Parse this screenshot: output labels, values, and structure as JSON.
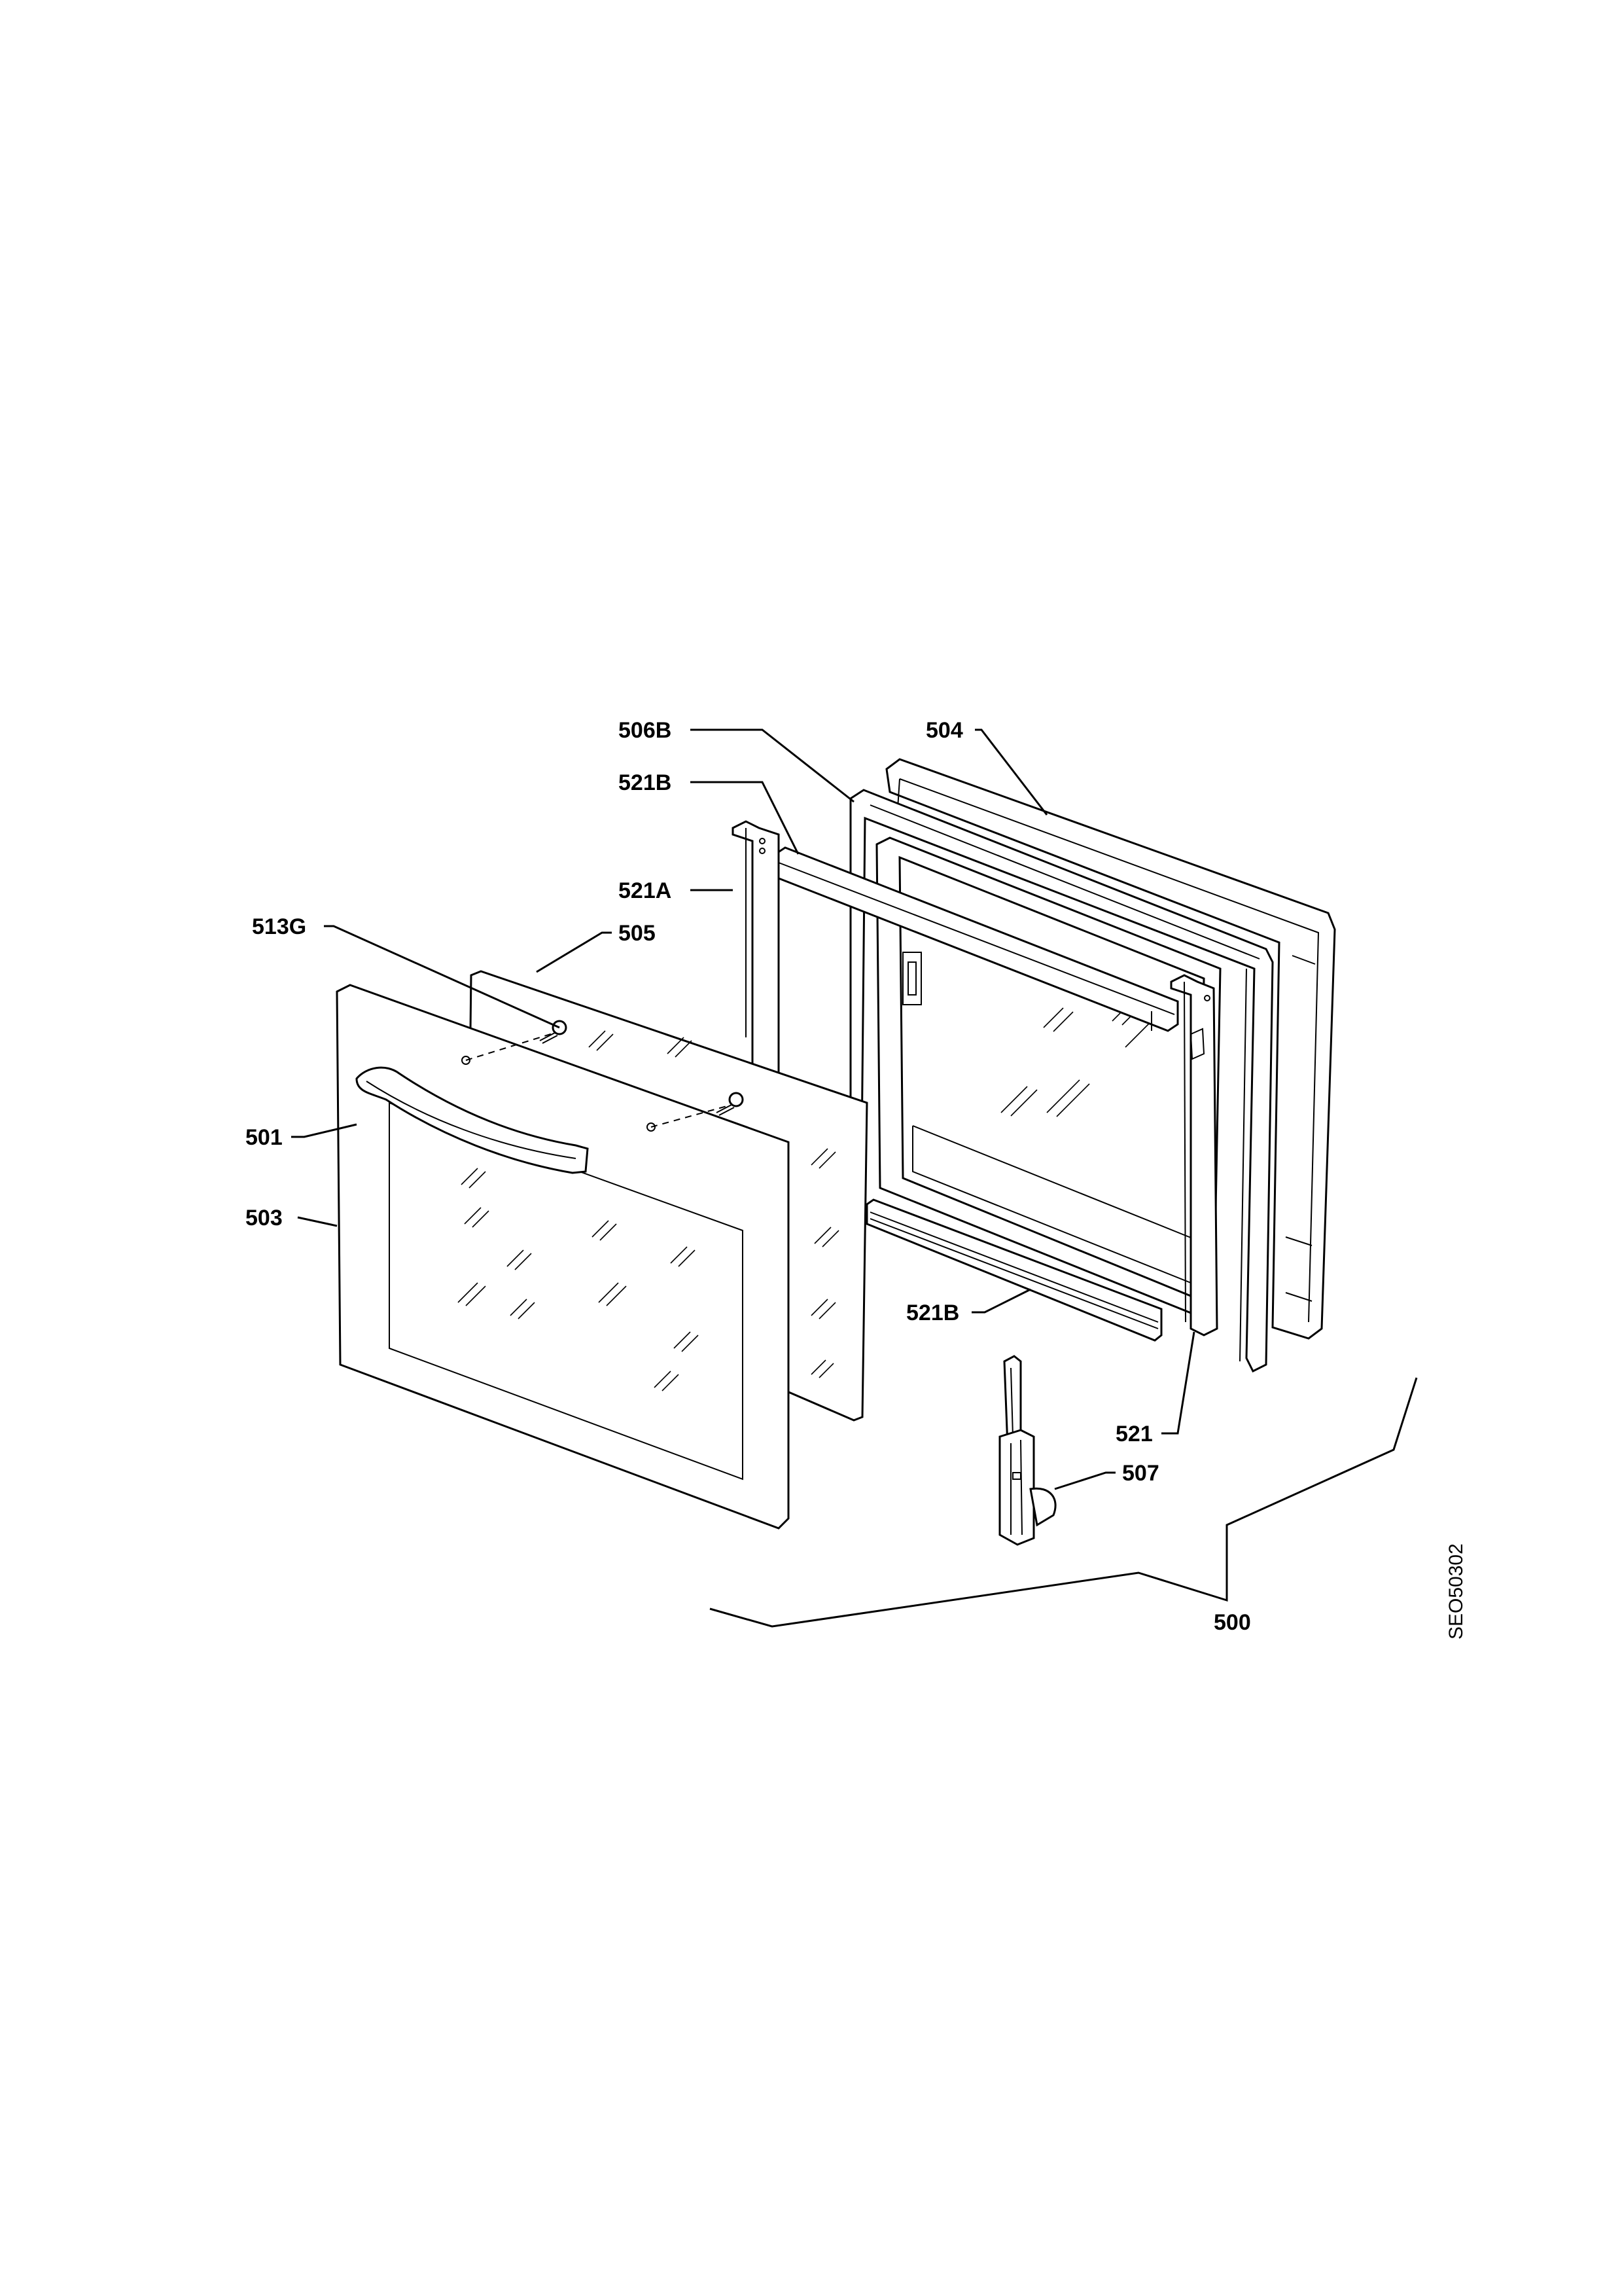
{
  "labels": {
    "l506B": "506B",
    "l504": "504",
    "l521B_top": "521B",
    "l521A": "521A",
    "l513G": "513G",
    "l505": "505",
    "l501": "501",
    "l503": "503",
    "l521B_bottom": "521B",
    "l521": "521",
    "l507": "507",
    "l500": "500"
  },
  "drawing_code": "SEO50302"
}
